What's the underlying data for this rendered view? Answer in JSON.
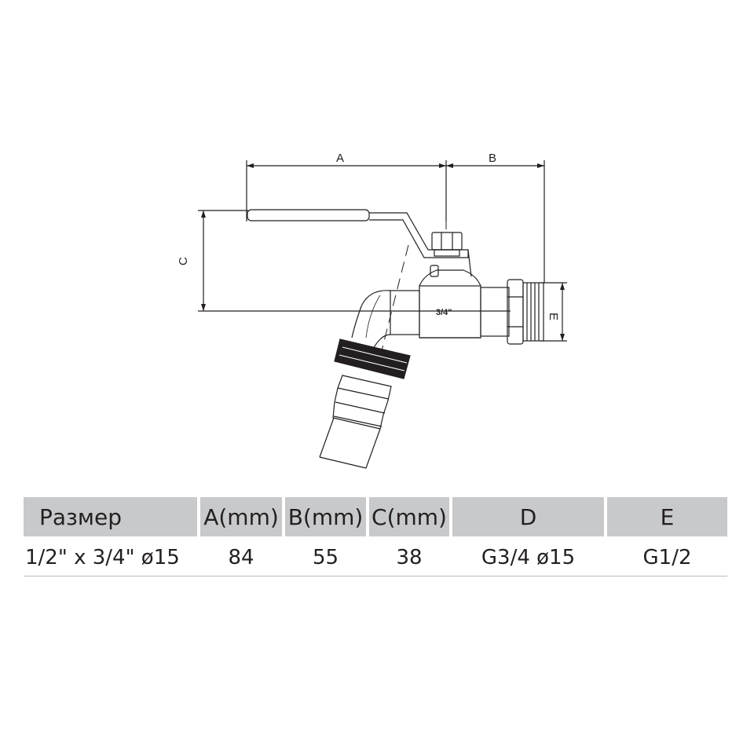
{
  "drawing": {
    "dimension_labels": {
      "a": "A",
      "b": "B",
      "c": "C",
      "e": "E"
    },
    "body_marking": "3/4\""
  },
  "table": {
    "headers": [
      "Размер",
      "A(mm)",
      "B(mm)",
      "C(mm)",
      "D",
      "E"
    ],
    "rows": [
      [
        "1/2\" x 3/4\" ø15",
        "84",
        "55",
        "38",
        "G3/4 ø15",
        "G1/2"
      ]
    ]
  },
  "colors": {
    "header_bg": "#c8c9cb",
    "line": "#231f20",
    "rule": "#bdbec0"
  }
}
